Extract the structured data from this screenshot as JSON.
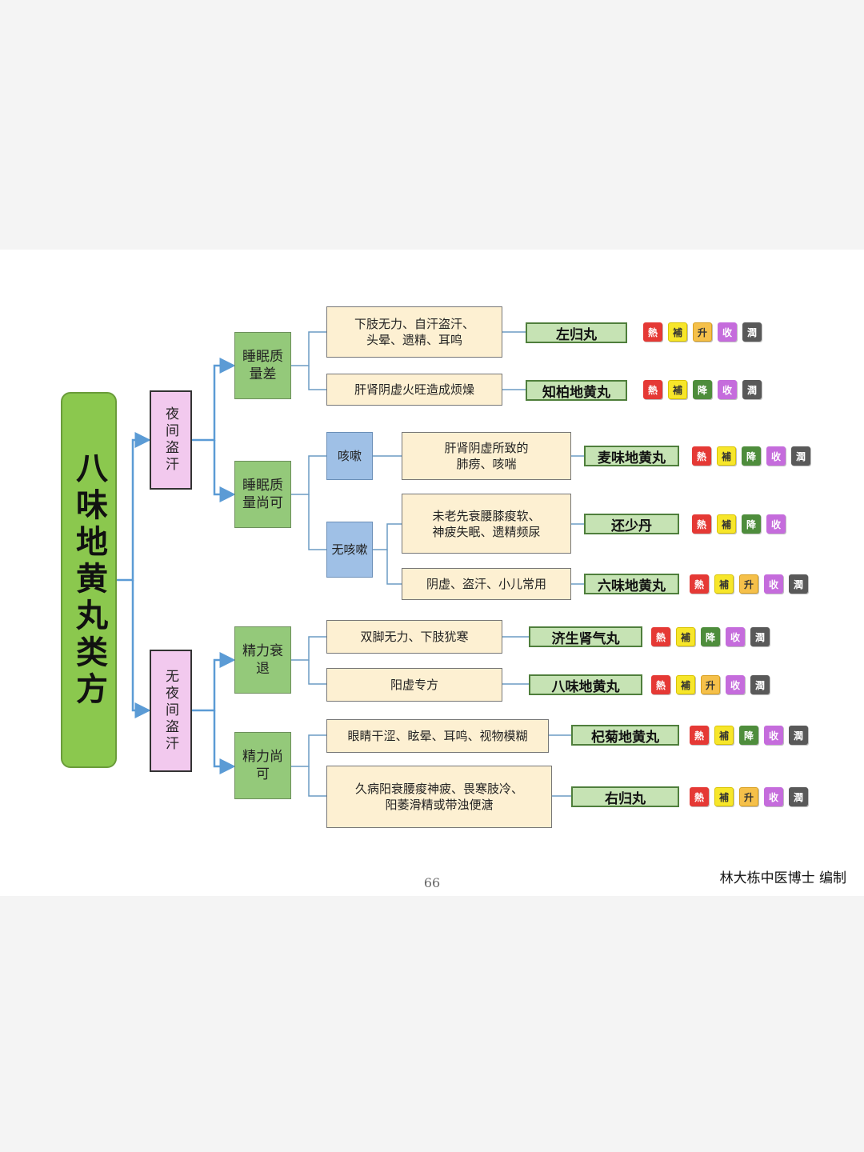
{
  "root": "八味地黄丸类方",
  "branches": [
    {
      "label": "夜间盗汗",
      "groups": [
        {
          "label": "睡眠质量差",
          "items": [
            {
              "symptom": "下肢无力、自汗盗汗、\n头晕、遗精、耳鸣",
              "formula": "左归丸",
              "tags": [
                "熱",
                "補",
                "升",
                "收",
                "潤"
              ]
            },
            {
              "symptom": "肝肾阴虚火旺造成烦燥",
              "formula": "知柏地黄丸",
              "tags": [
                "熱",
                "補",
                "降",
                "收",
                "潤"
              ]
            }
          ]
        },
        {
          "label": "睡眠质量尚可",
          "subgroups": [
            {
              "label": "咳嗽",
              "items": [
                {
                  "symptom": "肝肾阴虚所致的\n肺痨、咳喘",
                  "formula": "麦味地黄丸",
                  "tags": [
                    "熱",
                    "補",
                    "降",
                    "收",
                    "潤"
                  ]
                }
              ]
            },
            {
              "label": "无咳嗽",
              "items": [
                {
                  "symptom": "未老先衰腰膝痠软、\n神疲失眠、遗精频尿",
                  "formula": "还少丹",
                  "tags": [
                    "熱",
                    "補",
                    "降",
                    "收"
                  ]
                },
                {
                  "symptom": "阴虚、盗汗、小儿常用",
                  "formula": "六味地黄丸",
                  "tags": [
                    "熱",
                    "補",
                    "升",
                    "收",
                    "潤"
                  ]
                }
              ]
            }
          ]
        }
      ]
    },
    {
      "label": "无夜间盗汗",
      "groups": [
        {
          "label": "精力衰退",
          "items": [
            {
              "symptom": "双脚无力、下肢犹寒",
              "formula": "济生肾气丸",
              "tags": [
                "熱",
                "補",
                "降",
                "收",
                "潤"
              ]
            },
            {
              "symptom": "阳虚专方",
              "formula": "八味地黄丸",
              "tags": [
                "熱",
                "補",
                "升",
                "收",
                "潤"
              ]
            }
          ]
        },
        {
          "label": "精力尚可",
          "items": [
            {
              "symptom": "眼睛干涩、眩晕、耳鸣、视物模糊",
              "formula": "杞菊地黄丸",
              "tags": [
                "熱",
                "補",
                "降",
                "收",
                "潤"
              ]
            },
            {
              "symptom": "久病阳衰腰痠神疲、畏寒肢冷、\n阳萎滑精或带浊便溏",
              "formula": "右归丸",
              "tags": [
                "熱",
                "補",
                "升",
                "收",
                "潤"
              ]
            }
          ]
        }
      ]
    }
  ],
  "tag_colors": {
    "熱": "#e53935",
    "補": "#f7e62a",
    "升": "#f5c04a",
    "降": "#4e8d3c",
    "收": "#c56cdc",
    "潤": "#595959"
  },
  "page_number": "66",
  "author": "林大栋中医博士 编制"
}
